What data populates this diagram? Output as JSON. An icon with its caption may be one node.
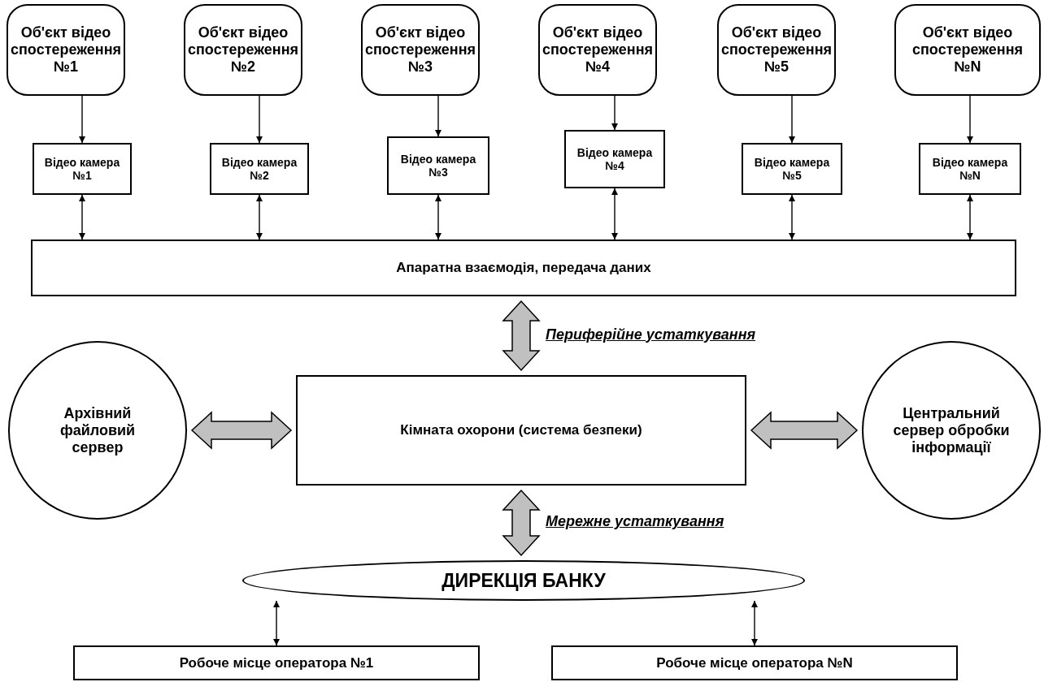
{
  "diagram": {
    "nodes": [
      {
        "text": [
          "Об'єкт відео спостереження №1"
        ]
      },
      {
        "text": [
          "Об'єкт відео спостереження №2"
        ]
      },
      {
        "text": [
          "Об'єкт відео спостереження №3"
        ]
      },
      {
        "text": [
          "Об'єкт відео спостереження №4"
        ]
      },
      {
        "text": [
          "Об'єкт відео спостереження №5"
        ]
      },
      {
        "text": [
          "Об'єкт відео спостереження №N"
        ]
      },
      {
        "text": [
          "Відео камера №1"
        ]
      },
      {
        "text": [
          "Відео камера №2"
        ]
      },
      {
        "text": [
          "Відео камера №3"
        ]
      },
      {
        "text": [
          "Відео камера №4"
        ]
      },
      {
        "text": [
          "Відео камера №5"
        ]
      },
      {
        "text": [
          "Відео камера №N"
        ]
      },
      {
        "text": [
          "Апаратна взаємодія, передача даних"
        ]
      },
      {
        "text": [
          "Архівний файловий сервер"
        ]
      },
      {
        "text": [
          "Кімната охорони (система безпеки)"
        ]
      },
      {
        "text": [
          "Центральний сервер обробки інформації"
        ]
      },
      {
        "text": [
          "ДИРЕКЦІЯ БАНКУ"
        ]
      },
      {
        "text": [
          "Робоче місце оператора №1"
        ]
      },
      {
        "text": [
          "Робоче місце оператора №N"
        ]
      }
    ],
    "edges": [
      {
        "from": 0,
        "to": 6,
        "arrow": "to"
      },
      {
        "from": 1,
        "to": 7,
        "arrow": "to"
      },
      {
        "from": 2,
        "to": 8,
        "arrow": "to"
      },
      {
        "from": 3,
        "to": 9,
        "arrow": "to"
      },
      {
        "from": 4,
        "to": 10,
        "arrow": "to"
      },
      {
        "from": 5,
        "to": 11,
        "arrow": "to"
      },
      {
        "from": 6,
        "to": 12,
        "arrow": "both"
      },
      {
        "from": 7,
        "to": 12,
        "arrow": "both"
      },
      {
        "from": 8,
        "to": 12,
        "arrow": "both"
      },
      {
        "from": 9,
        "to": 12,
        "arrow": "both"
      },
      {
        "from": 10,
        "to": 12,
        "arrow": "both"
      },
      {
        "from": 11,
        "to": 12,
        "arrow": "both"
      },
      {
        "from": 12,
        "to": 14,
        "arrow": "both",
        "label": "Периферійне устаткування",
        "style": "thick",
        "color": "#c0c0c0"
      },
      {
        "from": 13,
        "to": 14,
        "arrow": "both",
        "style": "thick",
        "color": "#c0c0c0"
      },
      {
        "from": 14,
        "to": 15,
        "arrow": "both",
        "style": "thick",
        "color": "#c0c0c0"
      },
      {
        "from": 14,
        "to": 16,
        "arrow": "both",
        "label": "Мережне устаткування",
        "style": "thick",
        "color": "#c0c0c0"
      },
      {
        "from": 16,
        "to": 17,
        "arrow": "both"
      },
      {
        "from": 16,
        "to": 18,
        "arrow": "both"
      }
    ]
  }
}
